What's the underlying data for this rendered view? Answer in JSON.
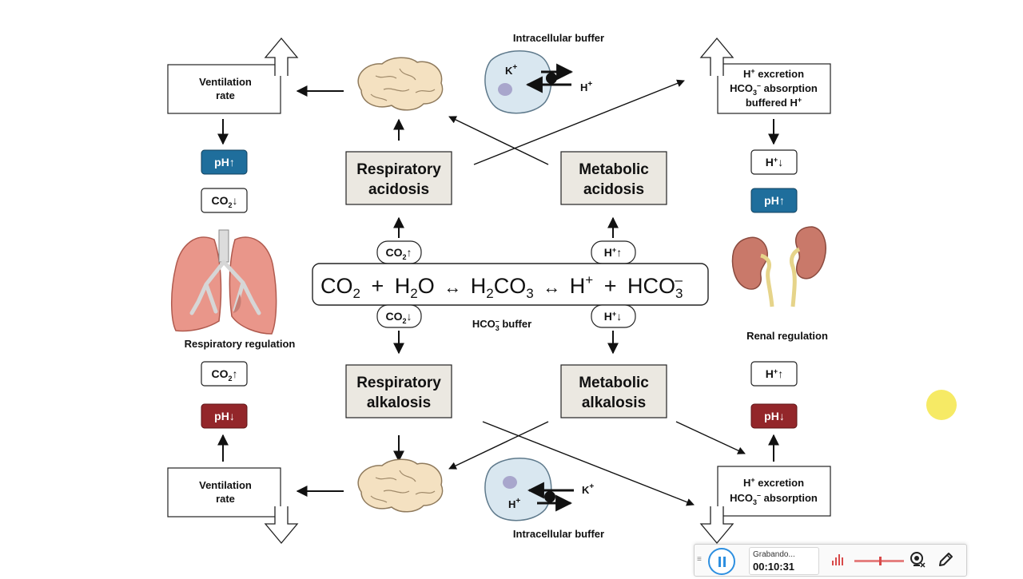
{
  "diagram": {
    "intracellular_buffer": "Intracellular buffer",
    "ventilation_rate": [
      "Ventilation",
      "rate"
    ],
    "renal_excretion_top": [
      "H",
      "+",
      " excretion"
    ],
    "renal_hco3_absorption": [
      "HCO",
      "3",
      "–",
      " absorption"
    ],
    "buffered_h": [
      "buffered H",
      "+"
    ],
    "renal_excretion_bottom": [
      "H",
      "+",
      " excretion"
    ],
    "respiratory_acidosis": [
      "Respiratory",
      "acidosis"
    ],
    "metabolic_acidosis": [
      "Metabolic",
      "acidosis"
    ],
    "respiratory_alkalosis": [
      "Respiratory",
      "alkalosis"
    ],
    "metabolic_alkalosis": [
      "Metabolic",
      "alkalosis"
    ],
    "respiratory_regulation": "Respiratory regulation",
    "renal_regulation": "Renal regulation",
    "hco3_buffer": [
      "HCO",
      "3",
      "–",
      " buffer"
    ],
    "equation": {
      "co2": [
        "CO",
        "2"
      ],
      "plus": "+",
      "h2o": [
        "H",
        "2",
        "O"
      ],
      "arrow": "↔",
      "h2co3": [
        "H",
        "2",
        "CO",
        "3"
      ],
      "h": [
        "H",
        "+"
      ],
      "hco3": [
        "HCO",
        "3",
        "–"
      ]
    },
    "cell_top": {
      "k": [
        "K",
        "+"
      ],
      "h": [
        "H",
        "+"
      ]
    },
    "cell_bottom": {
      "k": [
        "K",
        "+"
      ],
      "h": [
        "H",
        "+"
      ]
    },
    "chips": {
      "ph": "pH",
      "co2": [
        "CO",
        "2"
      ],
      "h": [
        "H",
        "+"
      ],
      "up": "↑",
      "down": "↓"
    },
    "colors": {
      "ph_up": "#1f6e9c",
      "ph_down": "#93262a",
      "box_fill": "#ebe8e1",
      "lung": "#e9968a",
      "brain": "#f4e1c1"
    }
  },
  "recording_bar": {
    "status": "Grabando...",
    "elapsed": "00:10:31",
    "icons": [
      "grip-icon",
      "pause-icon",
      "audio-level-icon",
      "volume-slider",
      "webcam-icon",
      "pen-icon"
    ]
  }
}
